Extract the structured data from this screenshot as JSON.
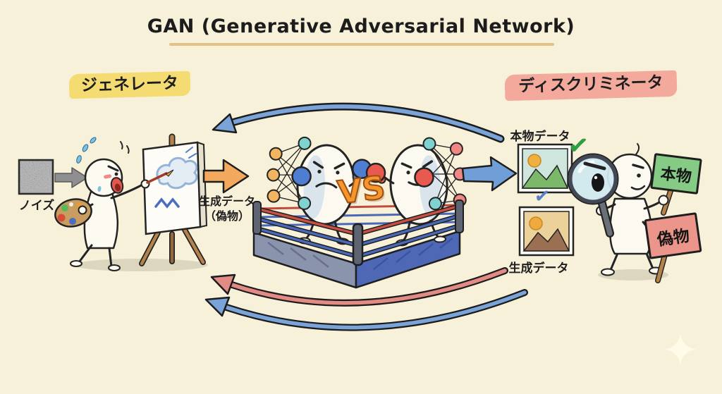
{
  "title": "GAN (Generative Adversarial Network)",
  "labels": {
    "generator": "ジェネレータ",
    "discriminator": "ディスクリミネータ",
    "noise": "ノイズ",
    "generated_output_line1": "生成データ",
    "generated_output_line2": "（偽物）",
    "vs": "VS",
    "real_data": "本物データ",
    "generated_data": "生成データ",
    "verdict_real": "本物",
    "verdict_fake": "偽物"
  },
  "icons": {
    "real_checkmark": "✓",
    "generated_checkmark": "✓",
    "sparkle": "✦"
  },
  "colors": {
    "background": "#f7f1da",
    "generator_highlight": "#f5dc72",
    "discriminator_highlight": "#f4a99d",
    "title_underline": "#e0b878",
    "feedback_arrow_blue": "#7aa3d8",
    "feedback_arrow_red": "#e28a84",
    "flow_arrow_orange": "#f2a95e",
    "flow_arrow_blue": "#6f9fd6",
    "flow_arrow_gray": "#8f8f8f",
    "real_check_green": "#2f9e3f",
    "generated_check_blue": "#5b7fc4",
    "sign_real_green": "#85cb85",
    "sign_fake_red": "#ec958b",
    "vs_orange": "#f5952e"
  }
}
